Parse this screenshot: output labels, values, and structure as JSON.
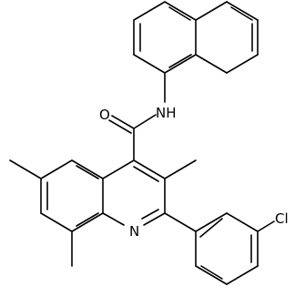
{
  "molecule": {
    "atom_labels": {
      "nh": "NH",
      "o": "O",
      "n": "N",
      "cl": "Cl"
    }
  }
}
